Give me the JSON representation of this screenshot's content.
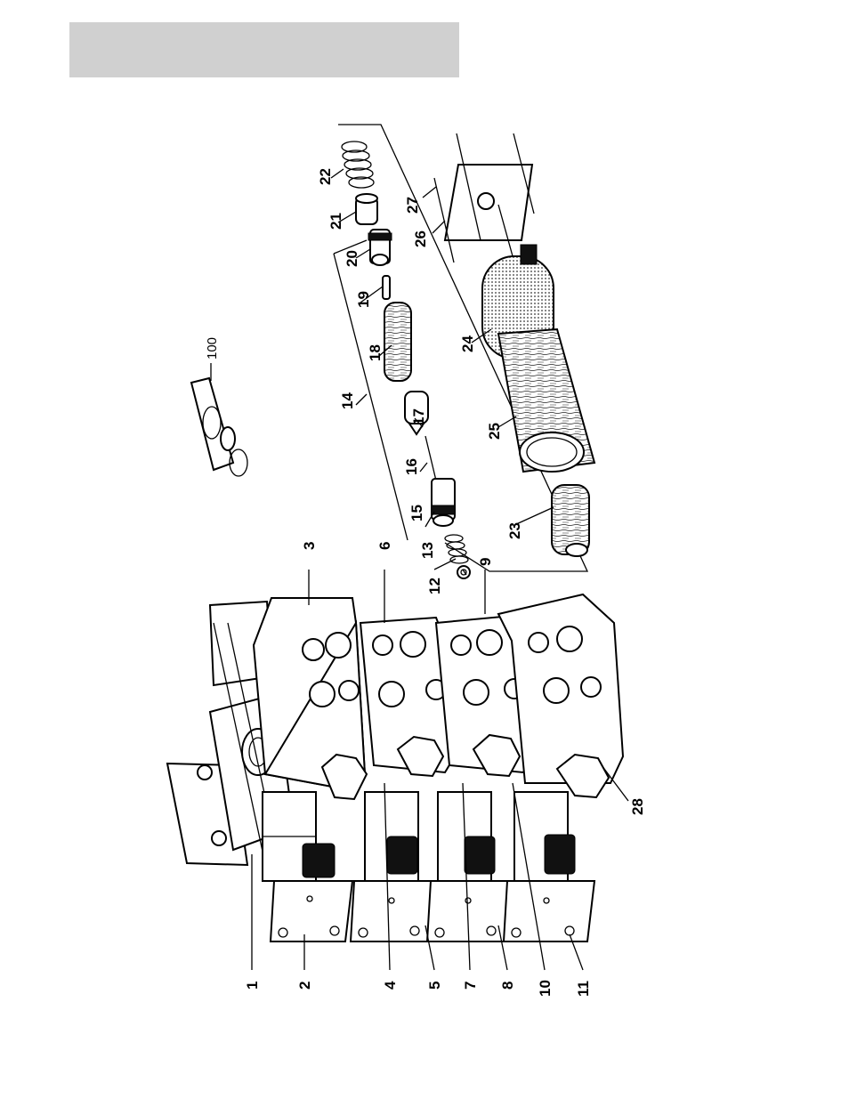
{
  "header": {
    "title": ""
  },
  "diagram": {
    "callouts": [
      "1",
      "2",
      "3",
      "4",
      "5",
      "6",
      "7",
      "8",
      "9",
      "10",
      "11",
      "12",
      "13",
      "14",
      "15",
      "16",
      "17",
      "18",
      "19",
      "20",
      "21",
      "22",
      "23",
      "24",
      "25",
      "26",
      "27",
      "28",
      "100"
    ]
  }
}
